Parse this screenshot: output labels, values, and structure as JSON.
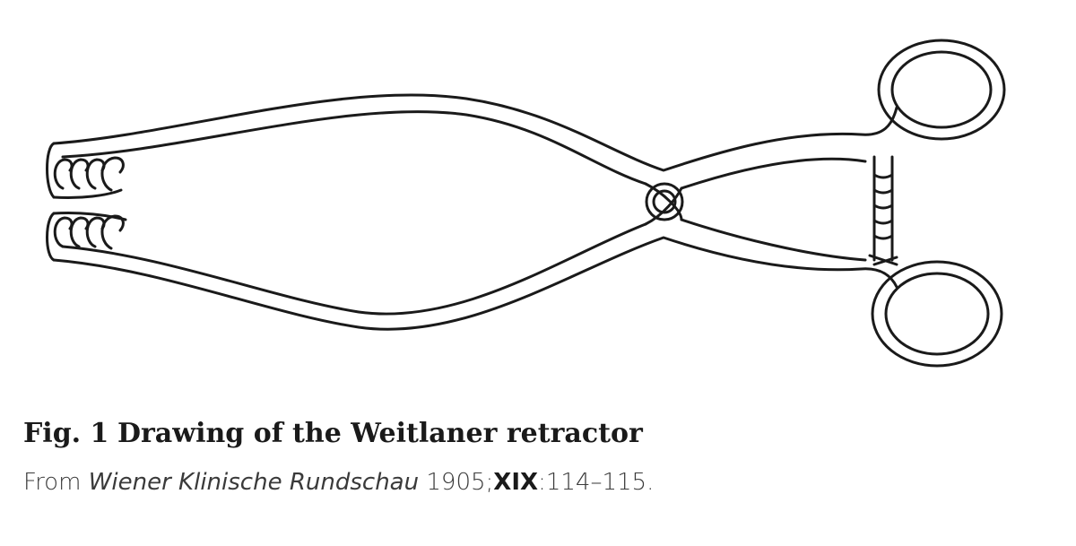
{
  "figure": {
    "label": "Fig. 1",
    "title": "Drawing of the Weitlaner retractor",
    "source_prefix": "From",
    "journal": "Wiener Klinische Rundschau",
    "year": "1905;",
    "volume": "XIX",
    "pages": ":114–115."
  },
  "colors": {
    "line": "#1a1a1a",
    "background": "#ffffff"
  }
}
